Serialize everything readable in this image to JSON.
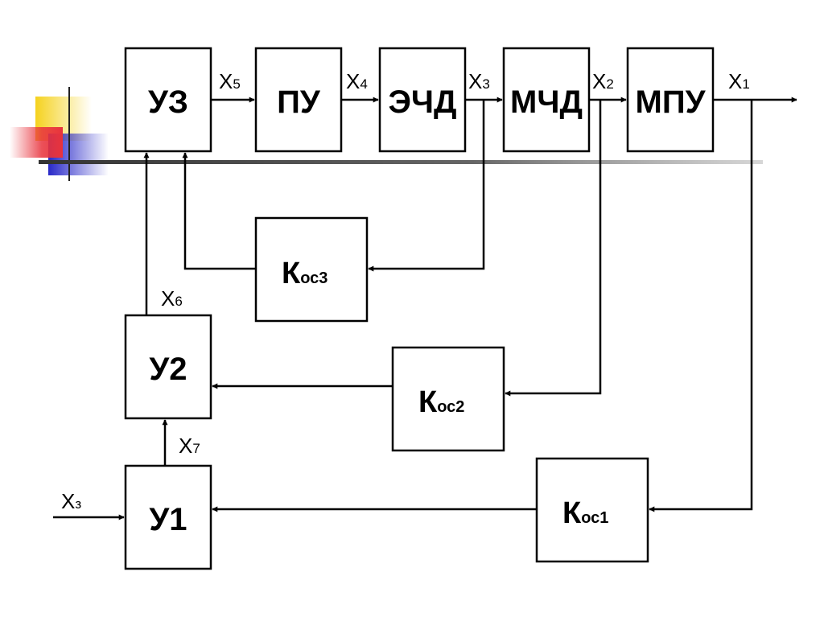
{
  "blocks": {
    "u3": {
      "label": "УЗ"
    },
    "pu": {
      "label": "ПУ"
    },
    "echd": {
      "label": "ЭЧД"
    },
    "mchd": {
      "label": "МЧД"
    },
    "mpu": {
      "label": "МПУ"
    },
    "u2": {
      "label": "У2"
    },
    "u1": {
      "label": "У1"
    },
    "kos3": {
      "main": "К",
      "sub": "ос3"
    },
    "kos2": {
      "main": "К",
      "sub": "ос2"
    },
    "kos1": {
      "main": "К",
      "sub": "ос1"
    }
  },
  "signals": {
    "x5": {
      "main": "Х",
      "sub": "5"
    },
    "x4": {
      "main": "Х",
      "sub": "4"
    },
    "x3": {
      "main": "Х",
      "sub": "3"
    },
    "x2": {
      "main": "Х",
      "sub": "2"
    },
    "x1": {
      "main": "Х",
      "sub": "1"
    },
    "x6": {
      "main": "Х",
      "sub": "6"
    },
    "x7": {
      "main": "Х",
      "sub": "7"
    },
    "xz": {
      "main": "Х",
      "sub": "з"
    }
  },
  "colors": {
    "decor_yellow": "#f5d21e",
    "decor_red": "#e8323c",
    "decor_blue": "#2828c8",
    "line": "#000000"
  }
}
